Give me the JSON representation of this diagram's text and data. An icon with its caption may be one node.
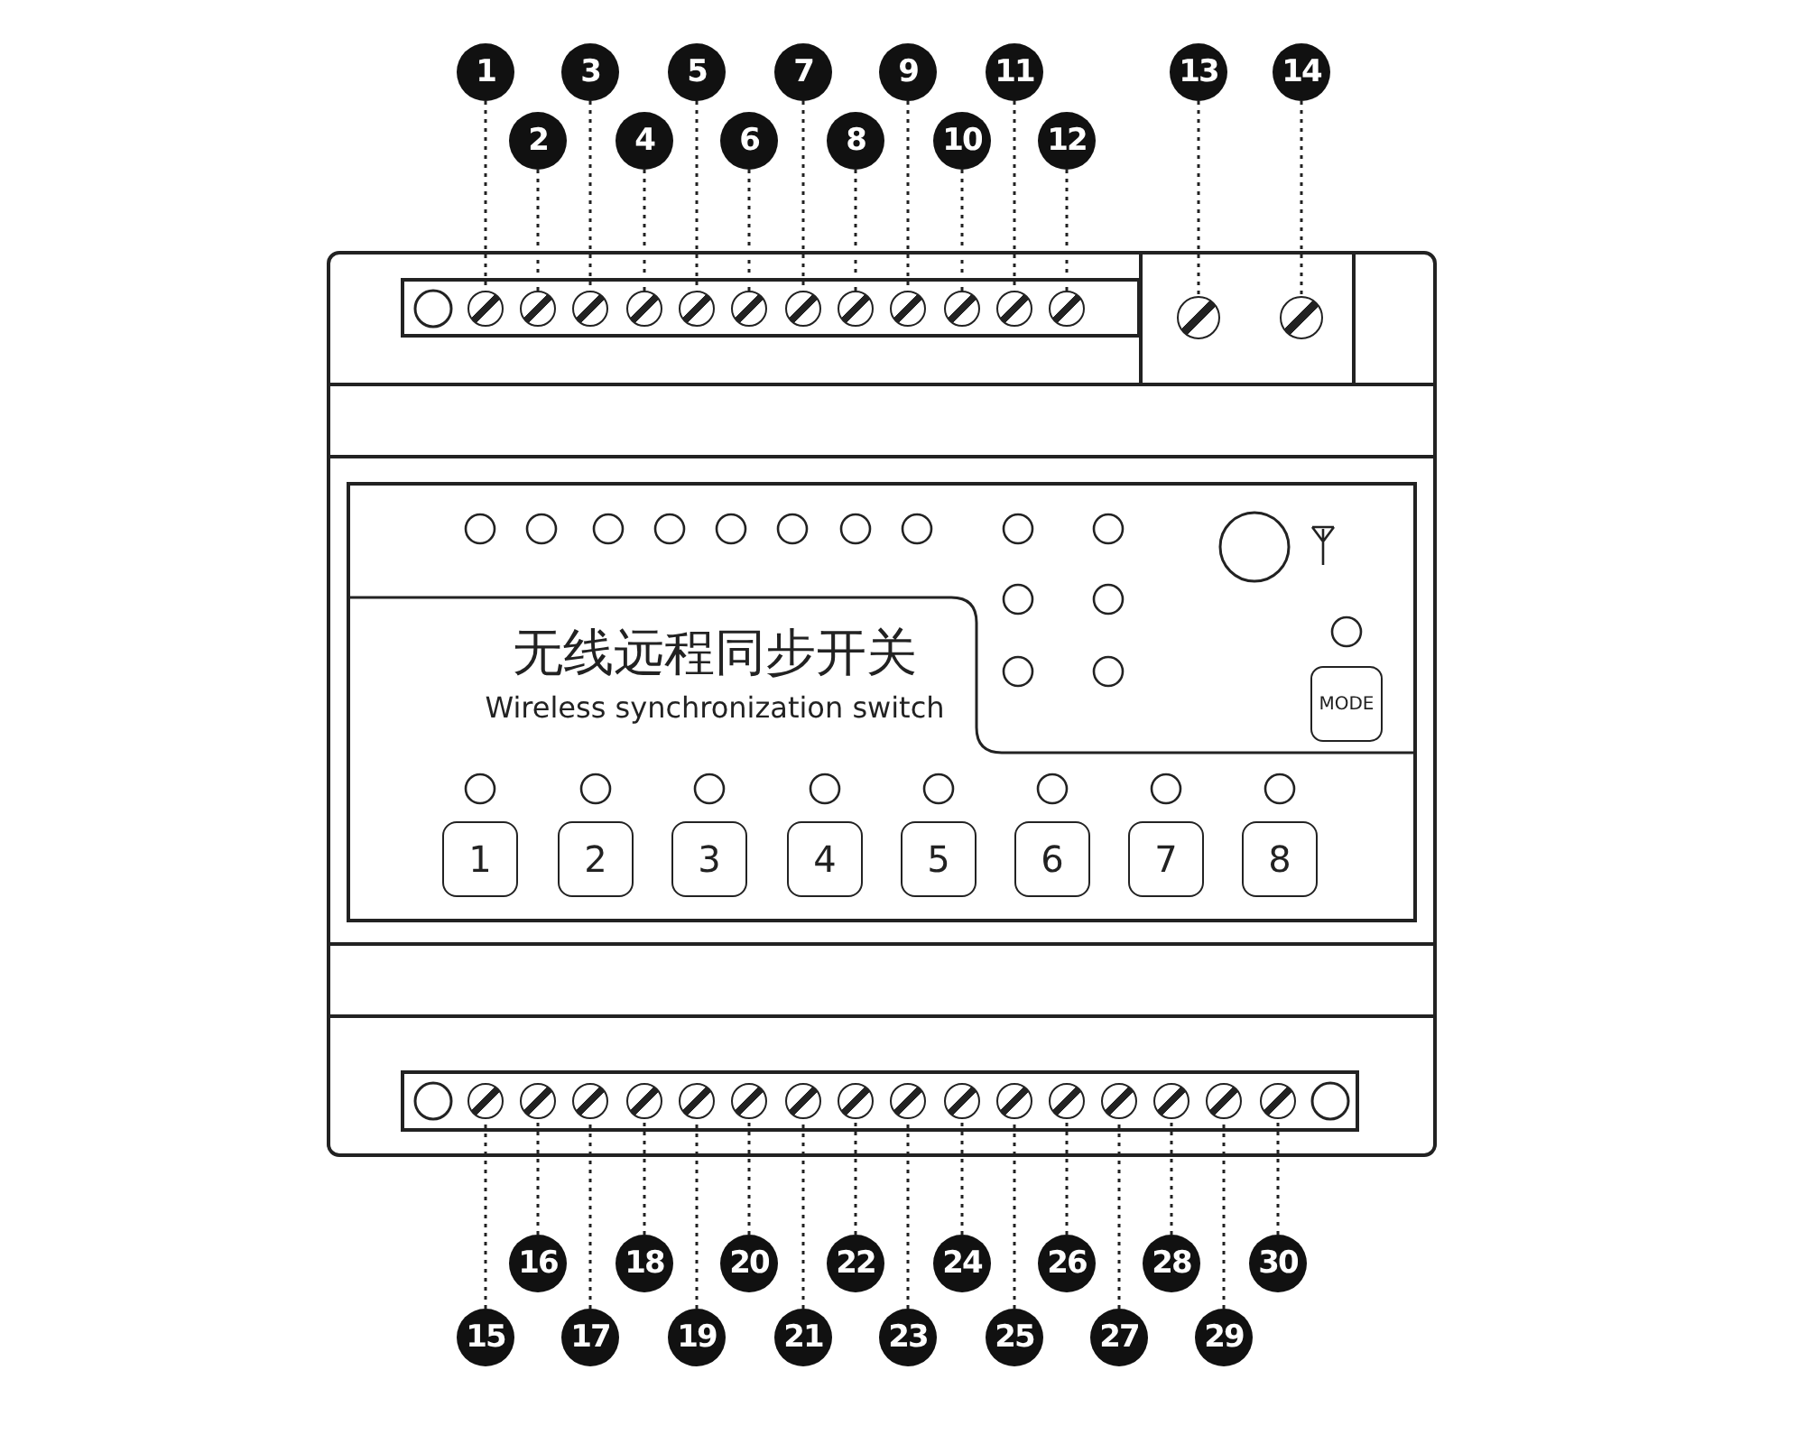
{
  "diagram": {
    "nodes": [
      {
        "text": [
          "1"
        ]
      },
      {
        "text": [
          "2"
        ]
      },
      {
        "text": [
          "3"
        ]
      },
      {
        "text": [
          "4"
        ]
      },
      {
        "text": [
          "5"
        ]
      },
      {
        "text": [
          "6"
        ]
      },
      {
        "text": [
          "7"
        ]
      },
      {
        "text": [
          "8"
        ]
      },
      {
        "text": [
          "9"
        ]
      },
      {
        "text": [
          "10"
        ]
      },
      {
        "text": [
          "11"
        ]
      },
      {
        "text": [
          "12"
        ]
      },
      {
        "text": [
          "13"
        ]
      },
      {
        "text": [
          "14"
        ]
      },
      {
        "text": [],
        "shape": "circle"
      },
      {
        "text": [],
        "shape": "circle"
      },
      {
        "text": [],
        "shape": "circle"
      },
      {
        "text": [],
        "shape": "circle"
      },
      {
        "text": [],
        "shape": "circle"
      },
      {
        "text": [],
        "shape": "circle"
      },
      {
        "text": [],
        "shape": "circle"
      },
      {
        "text": [],
        "shape": "circle"
      },
      {
        "text": [],
        "shape": "circle"
      },
      {
        "text": [],
        "shape": "circle"
      },
      {
        "text": [],
        "shape": "circle"
      },
      {
        "text": [],
        "shape": "circle"
      },
      {
        "text": [],
        "shape": "circle"
      },
      {
        "text": [],
        "shape": "circle"
      },
      {
        "text": [
          "1"
        ]
      },
      {
        "text": [
          "2"
        ]
      },
      {
        "text": [
          "3"
        ]
      },
      {
        "text": [
          "4"
        ]
      },
      {
        "text": [
          "5"
        ]
      },
      {
        "text": [
          "6"
        ]
      },
      {
        "text": [
          "7"
        ]
      },
      {
        "text": [
          "8"
        ]
      },
      {
        "text": [
          "MODE"
        ]
      },
      {
        "text": [],
        "shape": "circle"
      },
      {
        "text": [],
        "shape": "circle"
      },
      {
        "text": [],
        "shape": "circle"
      },
      {
        "text": [],
        "shape": "circle"
      },
      {
        "text": [],
        "shape": "circle"
      },
      {
        "text": [],
        "shape": "circle"
      },
      {
        "text": [],
        "shape": "circle"
      },
      {
        "text": [],
        "shape": "circle"
      },
      {
        "text": [],
        "shape": "circle"
      },
      {
        "text": [],
        "shape": "circle"
      },
      {
        "text": [],
        "shape": "circle"
      },
      {
        "text": [],
        "shape": "circle"
      },
      {
        "text": [],
        "shape": "circle"
      },
      {
        "text": [],
        "shape": "circle"
      },
      {
        "text": [],
        "shape": "circle"
      },
      {
        "text": [],
        "shape": "circle"
      },
      {
        "text": [
          "15"
        ]
      },
      {
        "text": [
          "16"
        ]
      },
      {
        "text": [
          "17"
        ]
      },
      {
        "text": [
          "18"
        ]
      },
      {
        "text": [
          "19"
        ]
      },
      {
        "text": [
          "20"
        ]
      },
      {
        "text": [
          "21"
        ]
      },
      {
        "text": [
          "22"
        ]
      },
      {
        "text": [
          "23"
        ]
      },
      {
        "text": [
          "24"
        ]
      },
      {
        "text": [
          "25"
        ]
      },
      {
        "text": [
          "26"
        ]
      },
      {
        "text": [
          "27"
        ]
      },
      {
        "text": [
          "28"
        ]
      },
      {
        "text": [
          "29"
        ]
      },
      {
        "text": [
          "30"
        ]
      }
    ],
    "edges": [
      {
        "from": 0,
        "to": 14,
        "arrow": "none",
        "style": "dashed"
      },
      {
        "from": 1,
        "to": 15,
        "arrow": "none",
        "style": "dashed"
      },
      {
        "from": 2,
        "to": 16,
        "arrow": "none",
        "style": "dashed"
      },
      {
        "from": 3,
        "to": 17,
        "arrow": "none",
        "style": "dashed"
      },
      {
        "from": 4,
        "to": 18,
        "arrow": "none",
        "style": "dashed"
      },
      {
        "from": 5,
        "to": 19,
        "arrow": "none",
        "style": "dashed"
      },
      {
        "from": 6,
        "to": 20,
        "arrow": "none",
        "style": "dashed"
      },
      {
        "from": 7,
        "to": 21,
        "arrow": "none",
        "style": "dashed"
      },
      {
        "from": 8,
        "to": 22,
        "arrow": "none",
        "style": "dashed"
      },
      {
        "from": 9,
        "to": 23,
        "arrow": "none",
        "style": "dashed"
      },
      {
        "from": 10,
        "to": 24,
        "arrow": "none",
        "style": "dashed"
      },
      {
        "from": 11,
        "to": 25,
        "arrow": "none",
        "style": "dashed"
      },
      {
        "from": 12,
        "to": 26,
        "arrow": "none",
        "style": "dashed"
      },
      {
        "from": 13,
        "to": 27,
        "arrow": "none",
        "style": "dashed"
      },
      {
        "from": 53,
        "to": 37,
        "arrow": "none",
        "style": "dashed"
      },
      {
        "from": 54,
        "to": 38,
        "arrow": "none",
        "style": "dashed"
      },
      {
        "from": 55,
        "to": 39,
        "arrow": "none",
        "style": "dashed"
      },
      {
        "from": 56,
        "to": 40,
        "arrow": "none",
        "style": "dashed"
      },
      {
        "from": 57,
        "to": 41,
        "arrow": "none",
        "style": "dashed"
      },
      {
        "from": 58,
        "to": 42,
        "arrow": "none",
        "style": "dashed"
      },
      {
        "from": 59,
        "to": 43,
        "arrow": "none",
        "style": "dashed"
      },
      {
        "from": 60,
        "to": 44,
        "arrow": "none",
        "style": "dashed"
      },
      {
        "from": 61,
        "to": 45,
        "arrow": "none",
        "style": "dashed"
      },
      {
        "from": 62,
        "to": 46,
        "arrow": "none",
        "style": "dashed"
      },
      {
        "from": 63,
        "to": 47,
        "arrow": "none",
        "style": "dashed"
      },
      {
        "from": 64,
        "to": 48,
        "arrow": "none",
        "style": "dashed"
      },
      {
        "from": 65,
        "to": 49,
        "arrow": "none",
        "style": "dashed"
      },
      {
        "from": 66,
        "to": 50,
        "arrow": "none",
        "style": "dashed"
      },
      {
        "from": 67,
        "to": 51,
        "arrow": "none",
        "style": "dashed"
      },
      {
        "from": 68,
        "to": 52,
        "arrow": "none",
        "style": "dashed"
      }
    ],
    "labels": [
      "无线远程同步开关",
      "Wireless synchronization switch"
    ]
  }
}
